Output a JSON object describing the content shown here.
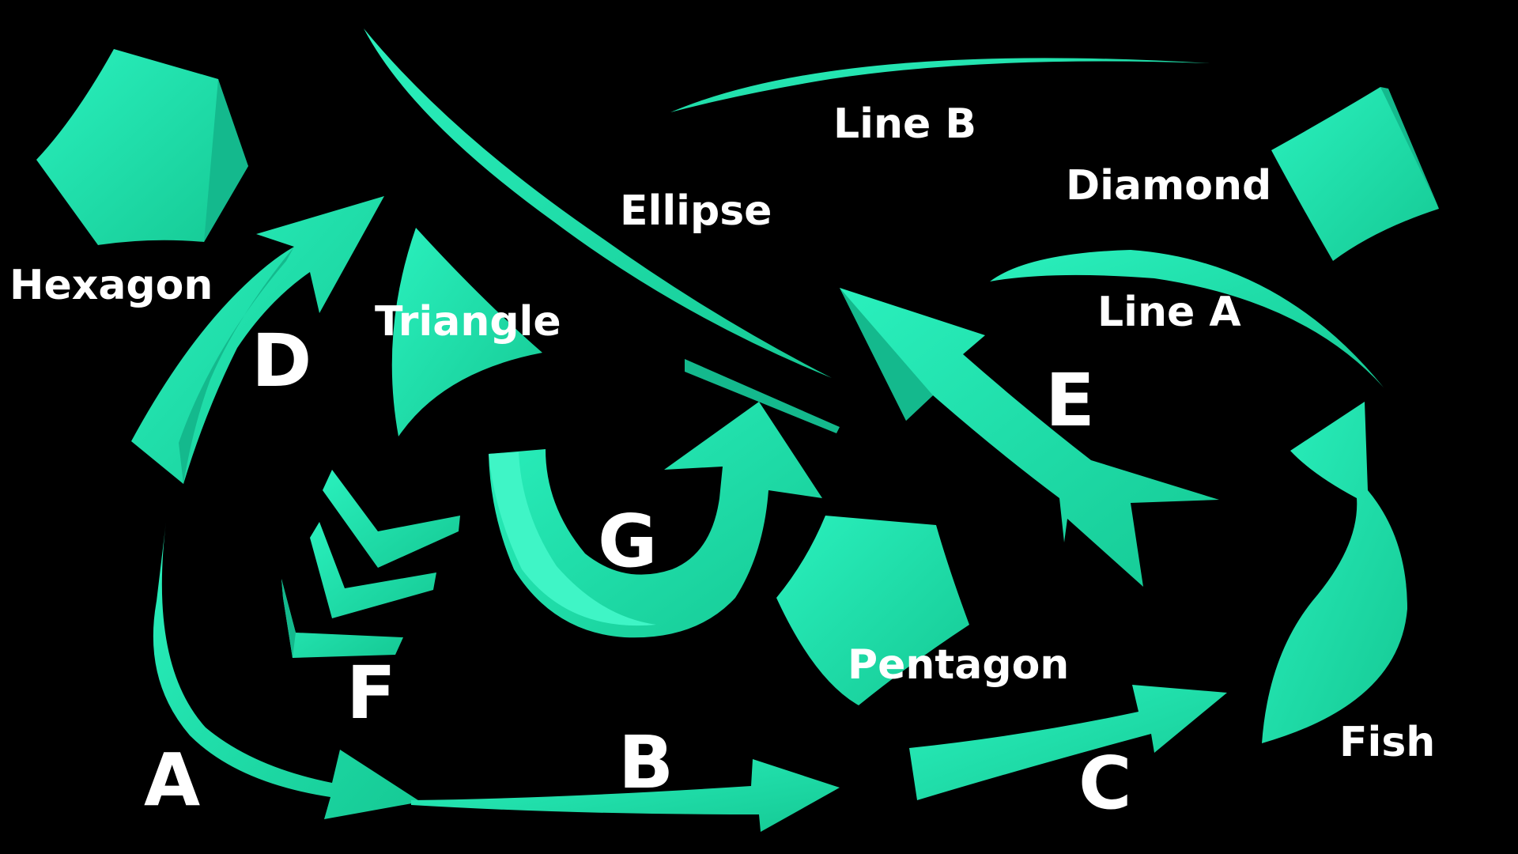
{
  "colors": {
    "background": "#000000",
    "fill": "#1ee8b4",
    "fill_dark": "#14b98d",
    "fill_light": "#3ff5c6",
    "label": "#ffffff"
  },
  "labels": {
    "hexagon": "Hexagon",
    "triangle": "Triangle",
    "ellipse": "Ellipse",
    "line_b": "Line B",
    "diamond": "Diamond",
    "line_a": "Line A",
    "pentagon": "Pentagon",
    "fish": "Fish",
    "a": "A",
    "b": "B",
    "c": "C",
    "d": "D",
    "e": "E",
    "f": "F",
    "g": "G"
  }
}
